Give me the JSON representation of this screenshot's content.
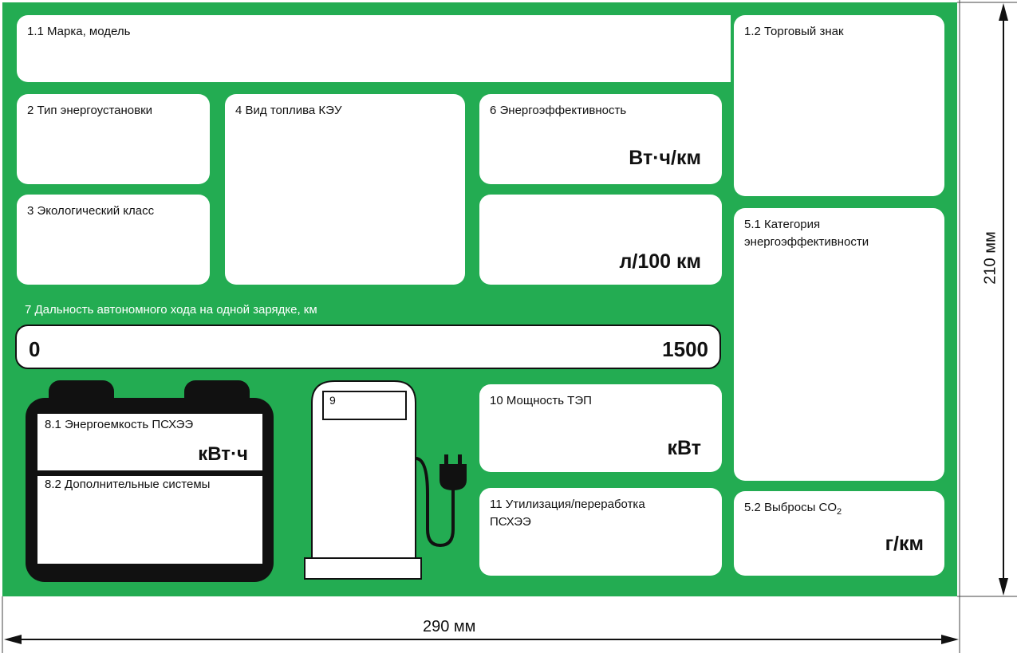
{
  "fields": {
    "brand_model": "1.1 Марка, модель",
    "trademark": "1.2 Торговый знак",
    "powertrain_type": "2 Тип энергоустановки",
    "eco_class": "3 Экологический класс",
    "fuel_type": "4 Вид топлива КЭУ",
    "efficiency_category": "5.1 Категория энергоэффективности",
    "co2_emissions_prefix": "5.2 Выбросы CO",
    "co2_emissions_sub": "2",
    "energy_efficiency": "6 Энергоэффективность",
    "range": "7 Дальность автономного хода на одной зарядке, км",
    "battery_capacity": "8.1 Энергоемкость ПСХЭЭ",
    "additional_systems": "8.2 Дополнительные системы",
    "charger": "9",
    "motor_power": "10 Мощность ТЭП",
    "recycling": "11 Утилизация/переработка ПСХЭЭ"
  },
  "units": {
    "efficiency_primary": "Вт·ч/км",
    "efficiency_secondary": "л/100 км",
    "battery_capacity": "кВт·ч",
    "motor_power": "кВт",
    "co2": "г/км"
  },
  "range_scale": {
    "min": "0",
    "max": "1500"
  },
  "dimensions": {
    "width": "290 мм",
    "height": "210 мм"
  },
  "colors": {
    "panel": "#23ac52",
    "box": "#ffffff",
    "outline": "#111111"
  }
}
